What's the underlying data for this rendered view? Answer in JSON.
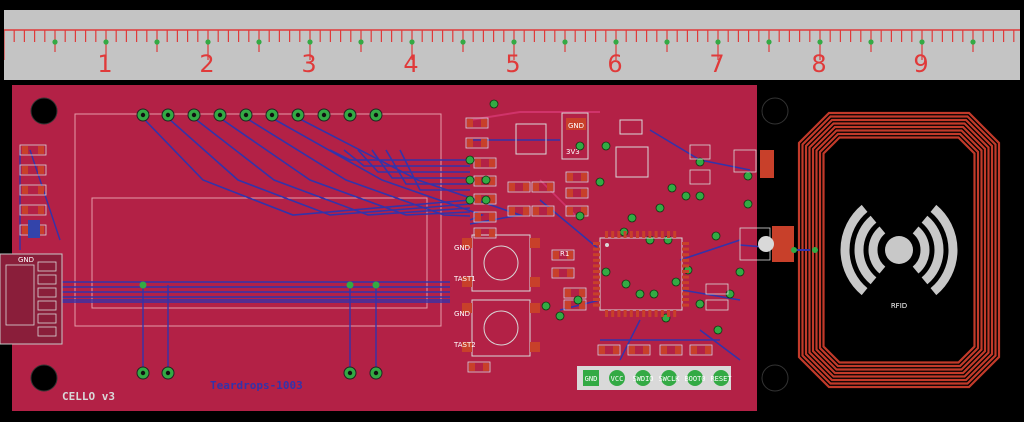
{
  "ruler": {
    "numbers": [
      "1",
      "2",
      "3",
      "4",
      "5",
      "6",
      "7",
      "8",
      "9"
    ]
  },
  "board": {
    "label_left": "CELLO v3",
    "label_mid": "Teardrops-1003",
    "header_pins": [
      "GND",
      "VCC",
      "SWDIO",
      "SWCLK",
      "BOOT0",
      "RESET"
    ],
    "button_labels": [
      "GND",
      "TAST1",
      "GND",
      "TAST2"
    ],
    "chip_labels": [
      "GND",
      "3V3",
      "R1"
    ],
    "rfid_label": "RFID",
    "edge_label": "GND"
  },
  "colors": {
    "board": "#b32146",
    "trace_top": "#d22b55",
    "trace_bottom": "#3333aa",
    "ruler_bg": "#c4c4c4",
    "ruler_ticks": "#e03a3a",
    "pad": "#33aa44",
    "copper": "#c8402a",
    "silk": "#d9d9d9"
  }
}
